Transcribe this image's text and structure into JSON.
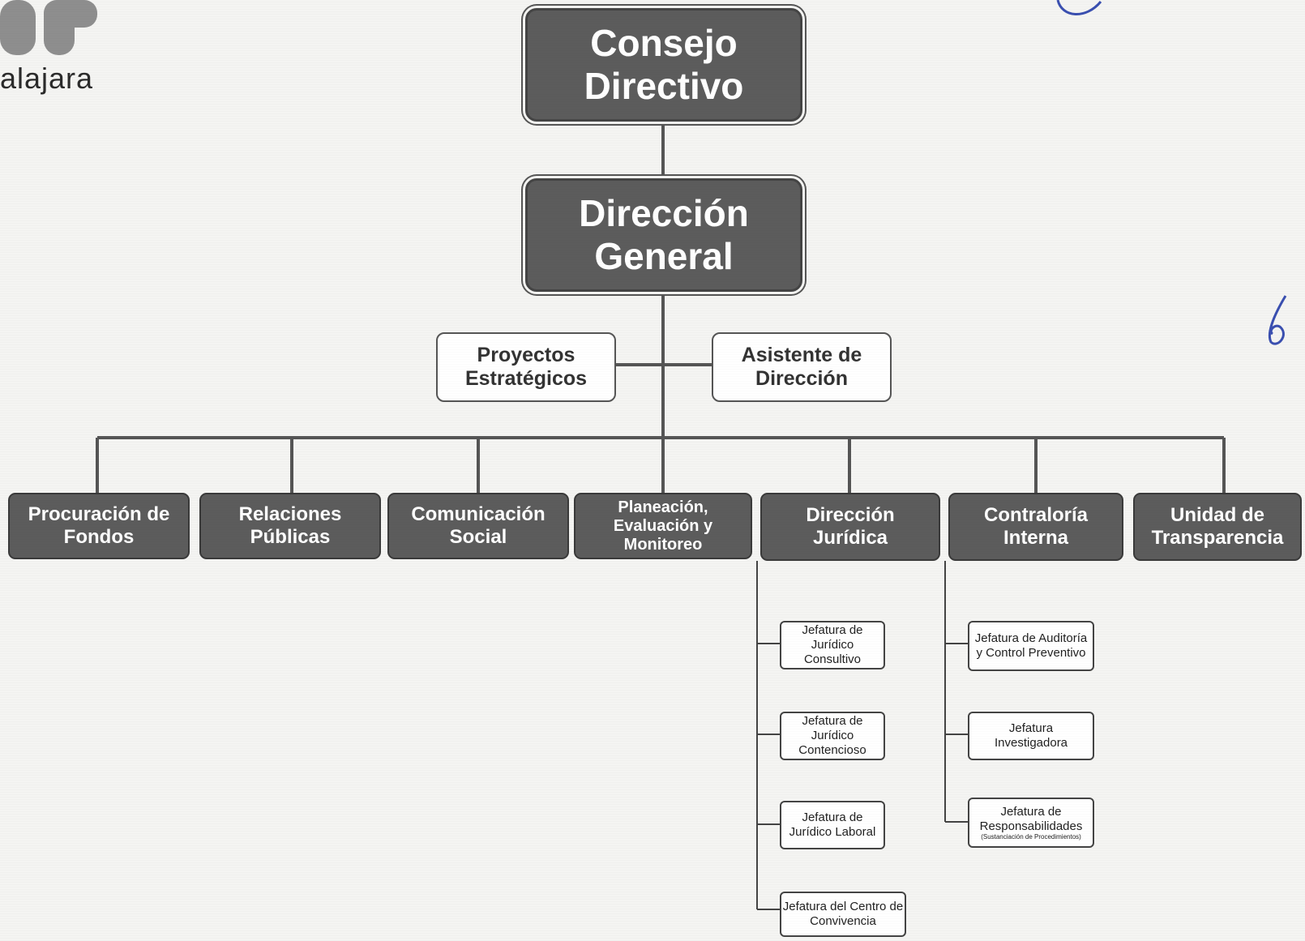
{
  "logo": {
    "text": "alajara",
    "color": "#8e8e8e"
  },
  "chart": {
    "root": {
      "label": "Consejo Directivo"
    },
    "general": {
      "label": "Dirección General"
    },
    "staff": [
      {
        "label": "Proyectos Estratégicos"
      },
      {
        "label": "Asistente de Dirección"
      }
    ],
    "departments": [
      {
        "label": "Procuración de Fondos"
      },
      {
        "label": "Relaciones Públicas"
      },
      {
        "label": "Comunicación Social"
      },
      {
        "label": "Planeación, Evaluación y Monitoreo"
      },
      {
        "label": "Dirección Jurídica"
      },
      {
        "label": "Contraloría Interna"
      },
      {
        "label": "Unidad de Transparencia"
      }
    ],
    "juridica_units": [
      {
        "label": "Jefatura de Jurídico Consultivo"
      },
      {
        "label": "Jefatura de Jurídico Contencioso"
      },
      {
        "label": "Jefatura de Jurídico Laboral"
      },
      {
        "label": "Jefatura del Centro de Convivencia"
      }
    ],
    "contraloria_units": [
      {
        "label": "Jefatura de Auditoría y Control Preventivo"
      },
      {
        "label": "Jefatura Investigadora"
      },
      {
        "label": "Jefatura de Responsabilidades",
        "note": "(Sustanciación de Procedimientos)"
      }
    ]
  },
  "colors": {
    "dark_box": "#5c5c5c",
    "line": "#555555",
    "ink": "#3a4fb0"
  }
}
